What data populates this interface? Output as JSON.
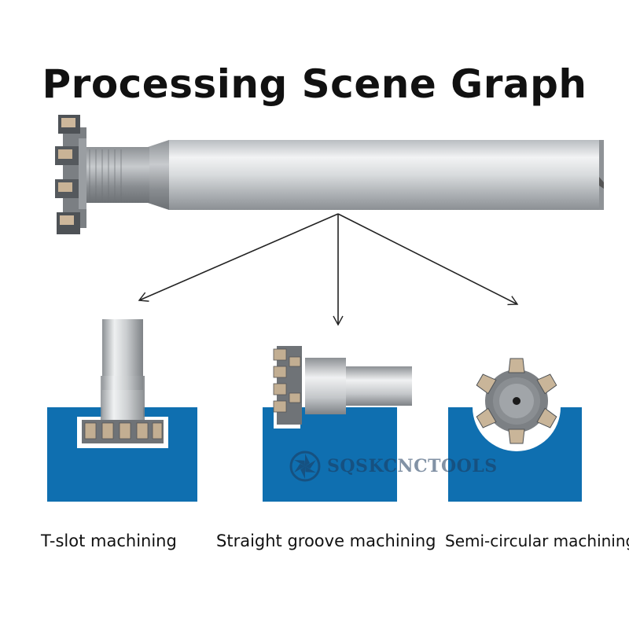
{
  "title": "Processing Scene Graph",
  "captions": {
    "t_slot": "T-slot machining",
    "straight_groove": "Straight groove machining",
    "semi_circular": "Semi-circular machining"
  },
  "watermark": "SQSKCNCTOOLS",
  "colors": {
    "workpiece_blue": "#0f6fb0",
    "arrow": "#222222",
    "shank_light": "#e4e6e8",
    "shank_dark": "#9da2a6",
    "carbide_tip": "#b8a58a"
  }
}
